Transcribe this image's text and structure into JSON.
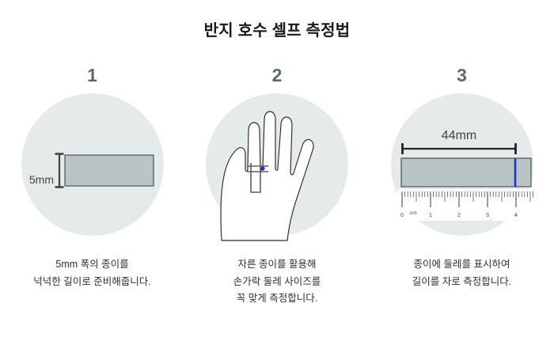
{
  "header": {
    "title": "반지 호수 셀프 측정법"
  },
  "colors": {
    "circle_bg": "#e5eaea",
    "strip_fill": "#b9c5c5",
    "strip_stroke": "#3d4547",
    "number_color": "#5c6a6d",
    "title_color": "#1a1a1a",
    "caption_color": "#2e2e2e",
    "marker_blue": "#2233cc",
    "ruler_bg": "#ffffff",
    "ruler_tick": "#4a4a4a"
  },
  "steps": [
    {
      "number": "1",
      "illustration": "paper-strip-width",
      "labels": {
        "width": "5mm"
      },
      "caption": "5mm 폭의 종이를\n넉넉한 길이로 준비해줍니다."
    },
    {
      "number": "2",
      "illustration": "hand-with-paper-strip",
      "labels": {},
      "caption": "자른 종이를 활용해\n손가락 둘레 사이즈를\n꼭 맞게 측정합니다."
    },
    {
      "number": "3",
      "illustration": "strip-on-ruler",
      "labels": {
        "length": "44mm",
        "unit": "cm",
        "ticks": [
          "0",
          "1",
          "2",
          "3",
          "4"
        ]
      },
      "caption": "종이에 둘레를 표시하여\n길이를  자로 측정합니다."
    }
  ]
}
